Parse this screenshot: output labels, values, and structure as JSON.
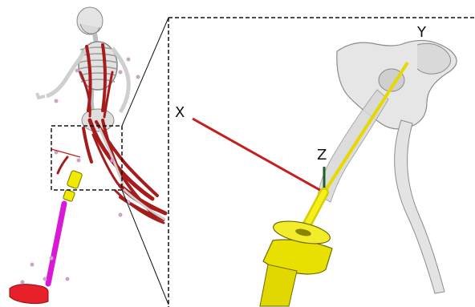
{
  "axes": {
    "x_label": "X",
    "y_label": "Y",
    "z_label": "Z"
  },
  "colors": {
    "muscle": "#a51c1c",
    "bone": "#d4d4d4",
    "bone_edge": "#8c8c8c",
    "prosthesis_socket": "#f0ea00",
    "prosthesis_pylon": "#d81ad8",
    "prosthesis_foot": "#e8202a",
    "marker": "#c9a3c9",
    "x_axis": "#c41e1e",
    "y_axis": "#e6d800",
    "z_axis": "#1f5e1f",
    "frame": "#111111"
  },
  "icons": [
    "skeleton-figure",
    "hip-joint-closeup"
  ]
}
